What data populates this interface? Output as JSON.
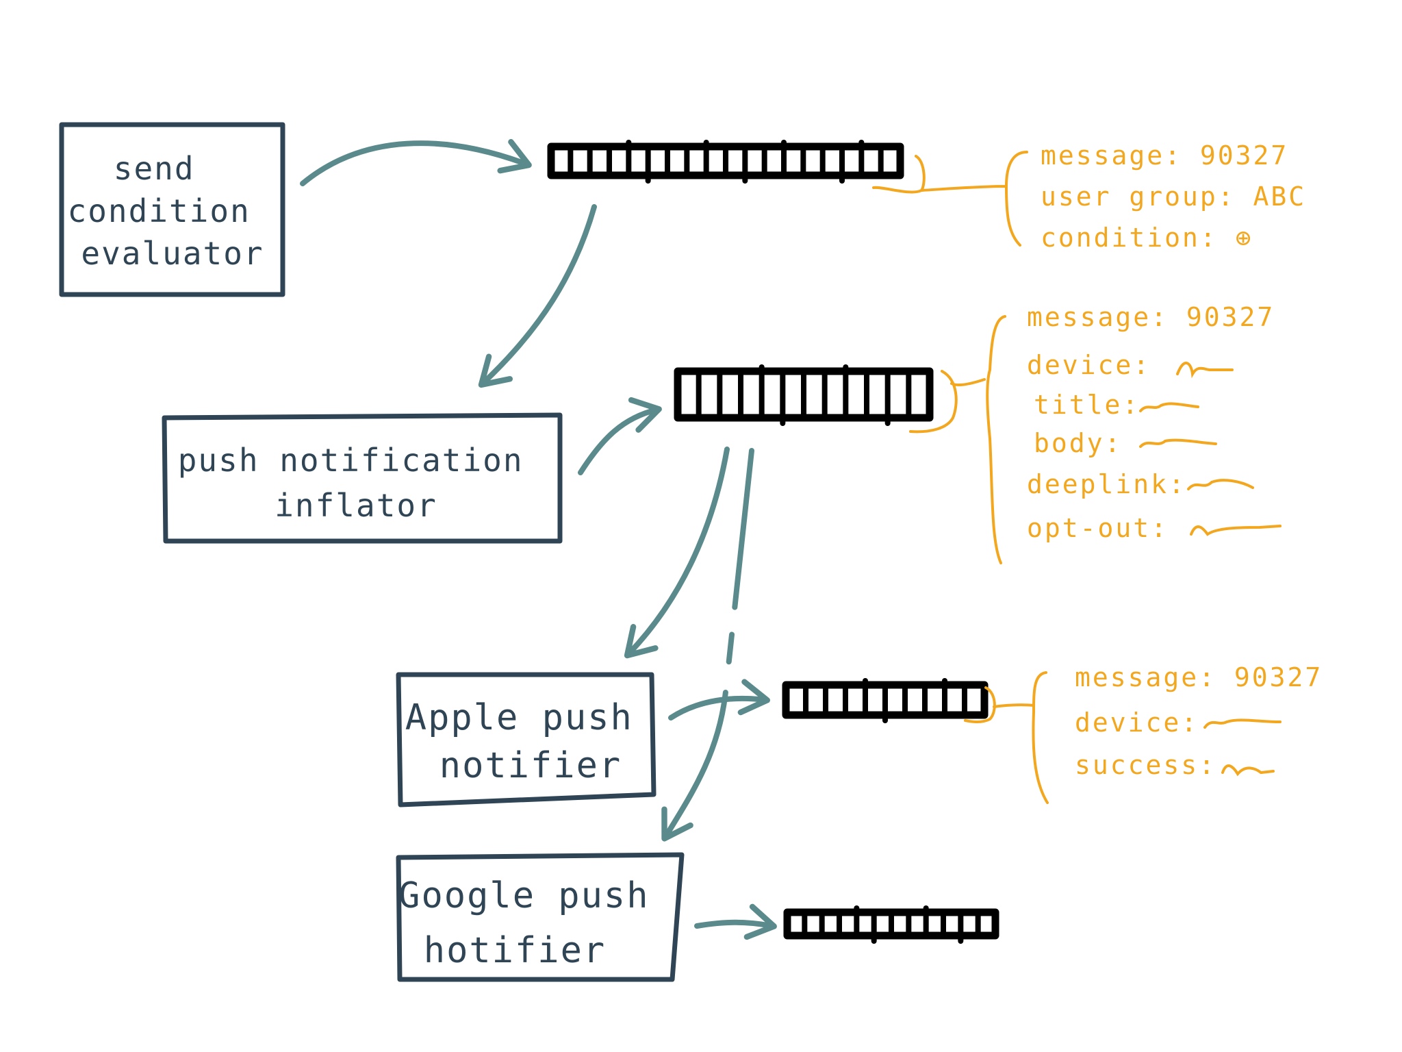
{
  "colors": {
    "box": "#2f4454",
    "arrow": "#5a8a8c",
    "queue": "#000000",
    "annotation": "#f2a71f"
  },
  "boxes": {
    "send_condition_evaluator": [
      "send",
      "condition",
      "evaluator"
    ],
    "push_notification_inflator": [
      "push  notification",
      "inflator"
    ],
    "apple_push_notifier": [
      "Apple  push",
      "notifier"
    ],
    "google_push_notifier": [
      "Google  push",
      "hotifier"
    ]
  },
  "annotations": {
    "queue1": [
      {
        "key": "message",
        "value": "90327"
      },
      {
        "key": "user group",
        "value": "ABC"
      },
      {
        "key": "condition",
        "value": "⊕"
      }
    ],
    "queue2": [
      {
        "key": "message",
        "value": "90327"
      },
      {
        "key": "device",
        "value": ""
      },
      {
        "key": "title",
        "value": ""
      },
      {
        "key": "body",
        "value": ""
      },
      {
        "key": "deeplink",
        "value": ""
      },
      {
        "key": "opt-out",
        "value": ""
      }
    ],
    "queue3": [
      {
        "key": "message",
        "value": "90327"
      },
      {
        "key": "device",
        "value": ""
      },
      {
        "key": "success",
        "value": ""
      }
    ]
  }
}
